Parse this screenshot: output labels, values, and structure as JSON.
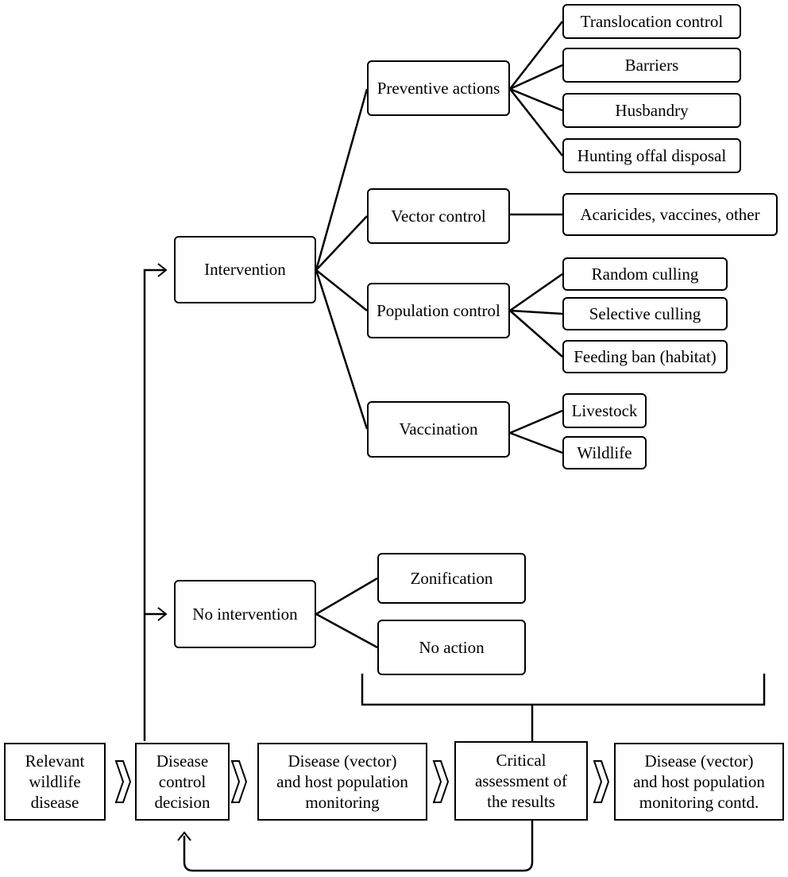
{
  "pipeline": {
    "relevant": "Relevant\nwildlife\ndisease",
    "decision": "Disease\ncontrol\ndecision",
    "monitoring": "Disease (vector)\nand host population\nmonitoring",
    "assessment": "Critical\nassessment of\nthe results",
    "monitoring_contd": "Disease (vector)\nand host population\nmonitoring contd."
  },
  "branches": {
    "intervention": "Intervention",
    "no_intervention": "No intervention"
  },
  "intervention_types": {
    "preventive": "Preventive actions",
    "vector": "Vector control",
    "population": "Population control",
    "vaccination": "Vaccination"
  },
  "actions": {
    "translocation": "Translocation control",
    "barriers": "Barriers",
    "husbandry": "Husbandry",
    "hunting": "Hunting offal disposal",
    "acaricides": "Acaricides, vaccines, other",
    "random_culling": "Random culling",
    "selective_culling": "Selective culling",
    "feeding_ban": "Feeding ban (habitat)",
    "livestock": "Livestock",
    "wildlife": "Wildlife",
    "zonification": "Zonification",
    "no_action": "No action"
  }
}
